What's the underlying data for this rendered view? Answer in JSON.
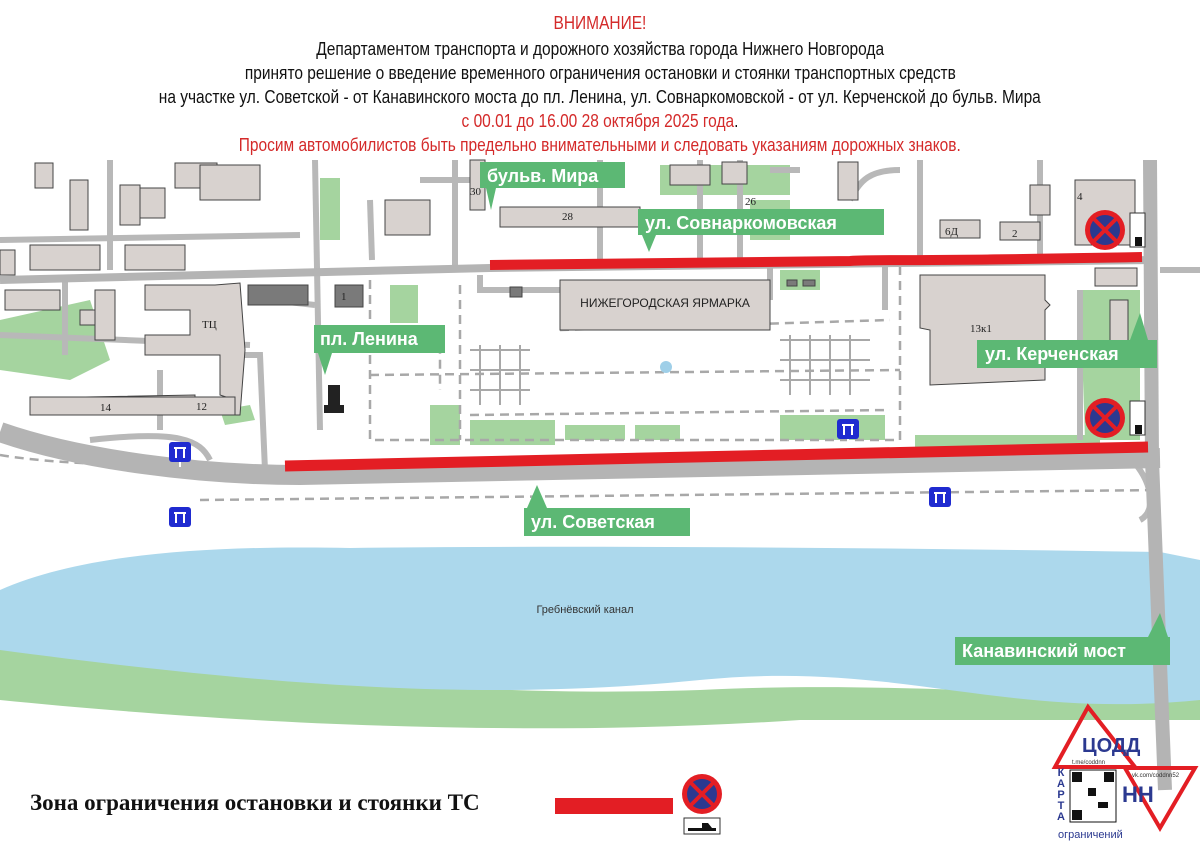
{
  "header": {
    "attention": "ВНИМАНИЕ!",
    "line1": "Департаментом транспорта и дорожного хозяйства города Нижнего Новгорода",
    "line2": "принято решение о введение временного ограничения остановки и стоянки транспортных средств",
    "line3": "на участке ул. Советской - от Канавинского моста до пл. Ленина, ул. Совнаркомовской - от ул. Керченской до бульв. Мира",
    "period": "с 00.01 до 16.00 28 октября 2025 года",
    "period_dot": ".",
    "appeal": "Просим автомобилистов быть предельно внимательными и следовать указаниям дорожных знаков."
  },
  "map": {
    "labels": {
      "mira": "бульв. Мира",
      "sovnarkom": "ул. Совнаркомовская",
      "lenin": "пл. Ленина",
      "kerch": "ул. Керченская",
      "sovetskaya": "ул. Советская",
      "most": "Канавинский мост"
    },
    "places": {
      "fair": "НИЖЕГОРОДСКАЯ ЯРМАРКА",
      "canal": "Гребнёвский канал",
      "mall": "ТЦ"
    },
    "buildings": {
      "b30": "30",
      "b28": "28",
      "b26": "26",
      "b6d": "6Д",
      "b2": "2",
      "b4": "4",
      "b1": "1",
      "b14": "14",
      "b12": "12",
      "b13k1": "13к1"
    },
    "colors": {
      "restriction": "#e31e24",
      "label": "#5cb874",
      "road": "#b4b4b4",
      "water": "#acd8ec",
      "park": "#a5d49f",
      "building": "#d8d2cf"
    }
  },
  "legend": {
    "text": "Зона ограничения остановки и стоянки ТС"
  },
  "logo": {
    "name": "ЦОДД",
    "city": "НН",
    "map_word": "КАРТА",
    "restrictions": "ограничений",
    "link1": "t.me/coddnn",
    "link2": "vk.com/coddnn52"
  }
}
